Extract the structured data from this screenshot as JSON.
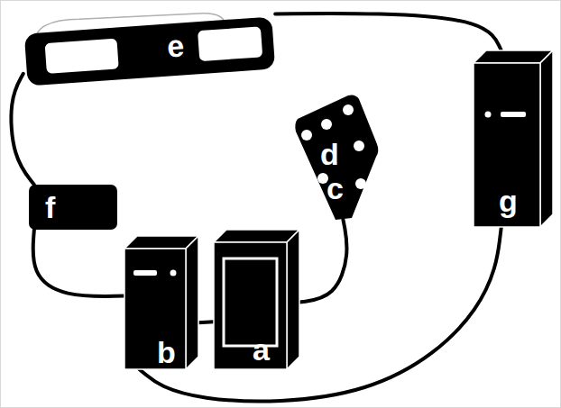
{
  "diagram": {
    "nodes": [
      {
        "text": [
          "e"
        ]
      },
      {
        "text": [
          "g"
        ]
      },
      {
        "text": [
          "d",
          "c"
        ]
      },
      {
        "text": [
          "f"
        ]
      },
      {
        "text": [
          "a"
        ]
      },
      {
        "text": [
          "b"
        ]
      }
    ],
    "edges": [
      {
        "from": 0,
        "to": 1,
        "arrow": "none"
      },
      {
        "from": 0,
        "to": 3,
        "arrow": "none"
      },
      {
        "from": 3,
        "to": 5,
        "arrow": "none"
      },
      {
        "from": 5,
        "to": 4,
        "arrow": "none"
      },
      {
        "from": 4,
        "to": 2,
        "arrow": "none"
      },
      {
        "from": 1,
        "to": 5,
        "arrow": "none"
      }
    ]
  }
}
